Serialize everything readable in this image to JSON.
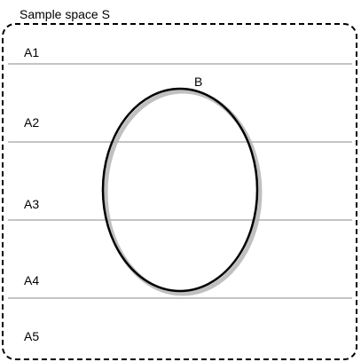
{
  "title": "Sample space S",
  "partitions": [
    {
      "id": "a1",
      "label": "A1"
    },
    {
      "id": "a2",
      "label": "A2"
    },
    {
      "id": "a3",
      "label": "A3"
    },
    {
      "id": "a4",
      "label": "A4"
    },
    {
      "id": "a5",
      "label": "A5"
    }
  ],
  "event": {
    "label": "B"
  },
  "colors": {
    "border": "#000000",
    "divider": "#888888",
    "ellipse_stroke": "#000000",
    "ellipse_shadow": "#b0b0b0",
    "text": "#000000",
    "background": "#ffffff"
  }
}
